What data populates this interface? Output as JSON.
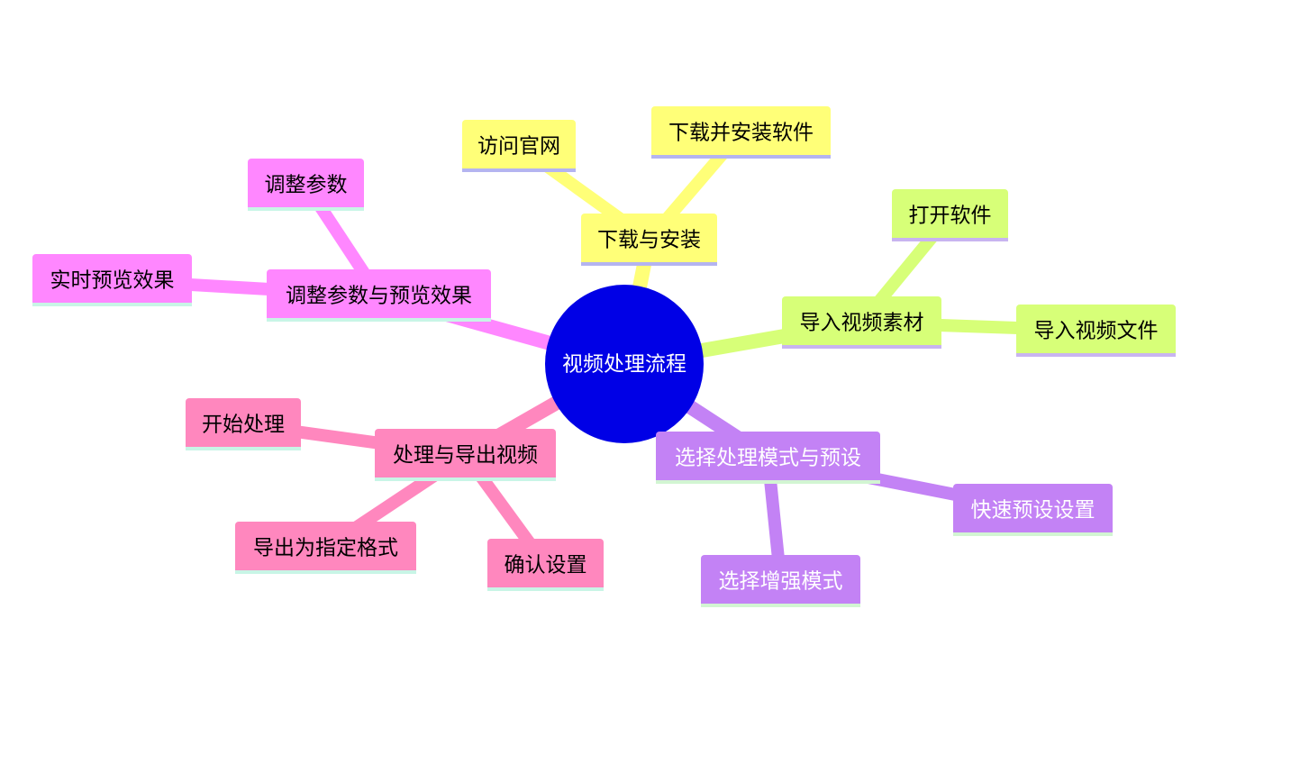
{
  "mindmap": {
    "root": {
      "label": "视频处理流程",
      "color": "#0000e6",
      "text_color": "#ffffff"
    },
    "branches": [
      {
        "id": "download",
        "label": "下载与安装",
        "color": "#ffff78",
        "underline": "#b4b4f0",
        "text_color": "#000000",
        "children": [
          {
            "id": "visit",
            "label": "访问官网",
            "underline": "#b4b4f0"
          },
          {
            "id": "install",
            "label": "下载并安装软件",
            "underline": "#b4b4f0"
          }
        ]
      },
      {
        "id": "import",
        "label": "导入视频素材",
        "color": "#d7ff78",
        "underline": "#c8b4f0",
        "text_color": "#000000",
        "children": [
          {
            "id": "open",
            "label": "打开软件",
            "underline": "#c8b4f0"
          },
          {
            "id": "importfile",
            "label": "导入视频文件",
            "underline": "#c8b4f0"
          }
        ]
      },
      {
        "id": "mode",
        "label": "选择处理模式与预设",
        "color": "#c382f5",
        "underline": "#d2f5d2",
        "text_color": "#ffffff",
        "children": [
          {
            "id": "quick",
            "label": "快速预设设置",
            "underline": "#d2f5d2"
          },
          {
            "id": "enhance",
            "label": "选择增强模式",
            "underline": "#d2f5d2"
          }
        ]
      },
      {
        "id": "process",
        "label": "处理与导出视频",
        "color": "#ff87be",
        "underline": "#c8f5e6",
        "text_color": "#000000",
        "children": [
          {
            "id": "start",
            "label": "开始处理",
            "underline": "#c8f5e6"
          },
          {
            "id": "export",
            "label": "导出为指定格式",
            "underline": "#c8f5e6"
          },
          {
            "id": "confirm",
            "label": "确认设置",
            "underline": "#c8f5e6"
          }
        ]
      },
      {
        "id": "adjust",
        "label": "调整参数与预览效果",
        "color": "#ff87ff",
        "underline": "#c8f5e6",
        "text_color": "#000000",
        "children": [
          {
            "id": "params",
            "label": "调整参数",
            "underline": "#c8f5e6"
          },
          {
            "id": "preview",
            "label": "实时预览效果",
            "underline": "#c8f5e6"
          }
        ]
      }
    ]
  }
}
